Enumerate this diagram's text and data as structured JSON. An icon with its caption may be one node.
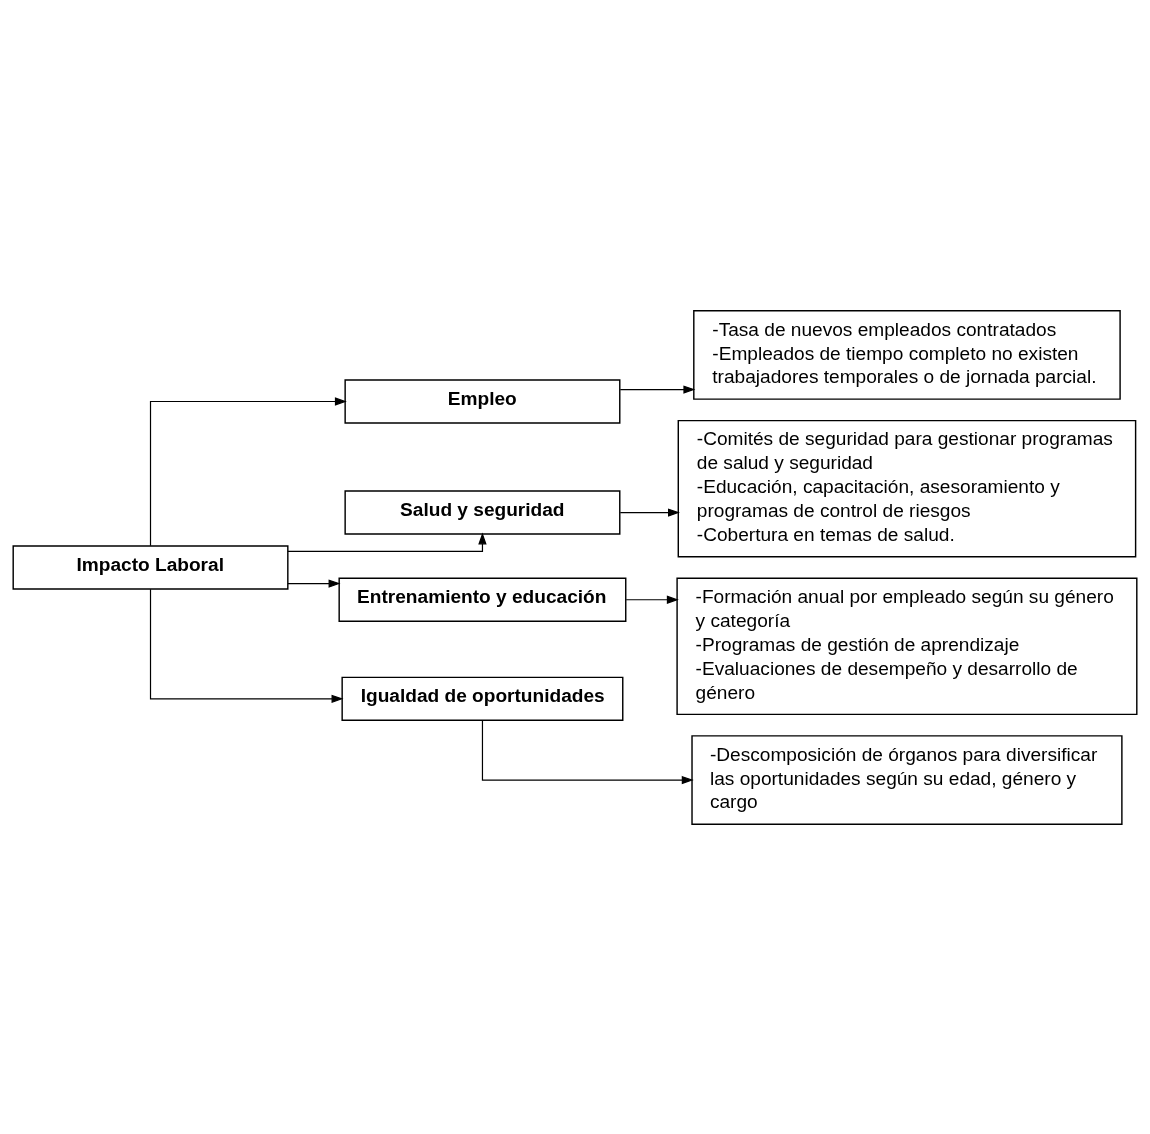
{
  "diagram": {
    "nodes": [
      {
        "text": [
          "Impacto Laboral"
        ]
      },
      {
        "text": [
          "Empleo"
        ]
      },
      {
        "text": [
          "-Tasa de nuevos empleados contratados",
          "-Empleados de tiempo completo no existen trabajadores temporales o de jornada parcial."
        ]
      },
      {
        "text": [
          "Salud y seguridad"
        ]
      },
      {
        "text": [
          "-Comités de seguridad para gestionar programas de salud y seguridad",
          "-Educación, capacitación, asesoramiento y programas de control de riesgos",
          "-Cobertura en temas de salud."
        ]
      },
      {
        "text": [
          "Entrenamiento y educación"
        ]
      },
      {
        "text": [
          "-Formación anual por empleado según su género y categoría",
          "-Programas de gestión de aprendizaje",
          "-Evaluaciones de desempeño y desarrollo de género"
        ]
      },
      {
        "text": [
          "Igualdad de oportunidades"
        ]
      },
      {
        "text": [
          "-Descomposición de órganos para diversificar las oportunidades según su edad, género y cargo"
        ]
      }
    ],
    "edges": [
      {
        "from": 0,
        "to": 1,
        "arrow": "to"
      },
      {
        "from": 1,
        "to": 2,
        "arrow": "to"
      },
      {
        "from": 0,
        "to": 3,
        "arrow": "to"
      },
      {
        "from": 3,
        "to": 4,
        "arrow": "to"
      },
      {
        "from": 0,
        "to": 5,
        "arrow": "to"
      },
      {
        "from": 5,
        "to": 6,
        "arrow": "to"
      },
      {
        "from": 0,
        "to": 7,
        "arrow": "to"
      },
      {
        "from": 7,
        "to": 8,
        "arrow": "to"
      }
    ]
  }
}
